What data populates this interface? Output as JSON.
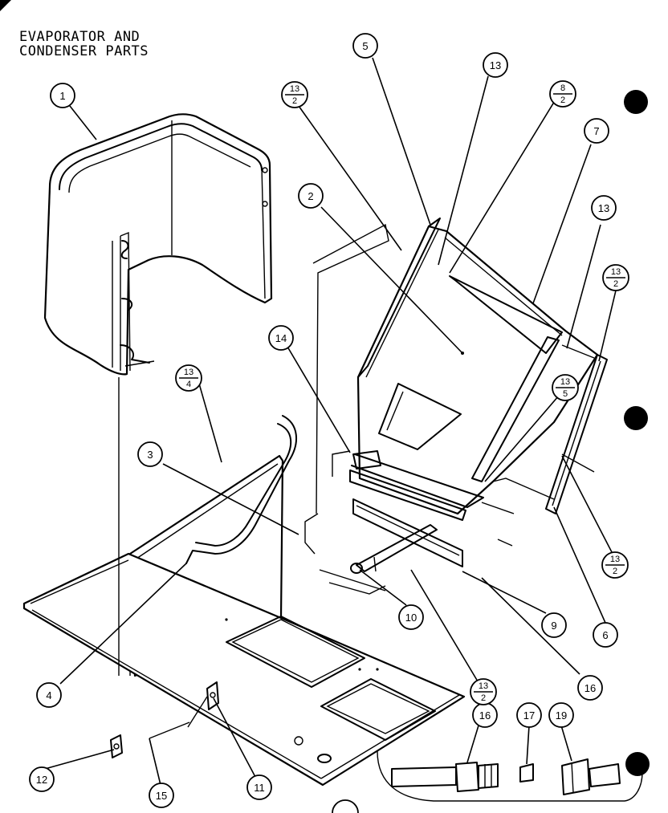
{
  "title": [
    "EVAPORATOR AND",
    "CONDENSER PARTS"
  ],
  "callouts": [
    {
      "id": "c1",
      "label": "1"
    },
    {
      "id": "c2",
      "label": "2"
    },
    {
      "id": "c3",
      "label": "3"
    },
    {
      "id": "c4",
      "label": "4"
    },
    {
      "id": "c5",
      "label": "5"
    },
    {
      "id": "c6",
      "label": "6"
    },
    {
      "id": "c7",
      "label": "7"
    },
    {
      "id": "c9",
      "label": "9"
    },
    {
      "id": "c10",
      "label": "10"
    },
    {
      "id": "c11",
      "label": "11"
    },
    {
      "id": "c12",
      "label": "12"
    },
    {
      "id": "c13a",
      "label": "13"
    },
    {
      "id": "c13b",
      "label": "13"
    },
    {
      "id": "c14",
      "label": "14"
    },
    {
      "id": "c15",
      "label": "15"
    },
    {
      "id": "c16a",
      "label": "16"
    },
    {
      "id": "c16b",
      "label": "16"
    },
    {
      "id": "c17",
      "label": "17"
    },
    {
      "id": "c19",
      "label": "19"
    }
  ],
  "fraction_callouts": [
    {
      "id": "f1",
      "top": "13",
      "bottom": "2"
    },
    {
      "id": "f2",
      "top": "8",
      "bottom": "2"
    },
    {
      "id": "f3",
      "top": "13",
      "bottom": "2"
    },
    {
      "id": "f4",
      "top": "13",
      "bottom": "4"
    },
    {
      "id": "f5",
      "top": "13",
      "bottom": "5"
    },
    {
      "id": "f6",
      "top": "13",
      "bottom": "2"
    },
    {
      "id": "f7",
      "top": "13",
      "bottom": "2"
    }
  ]
}
